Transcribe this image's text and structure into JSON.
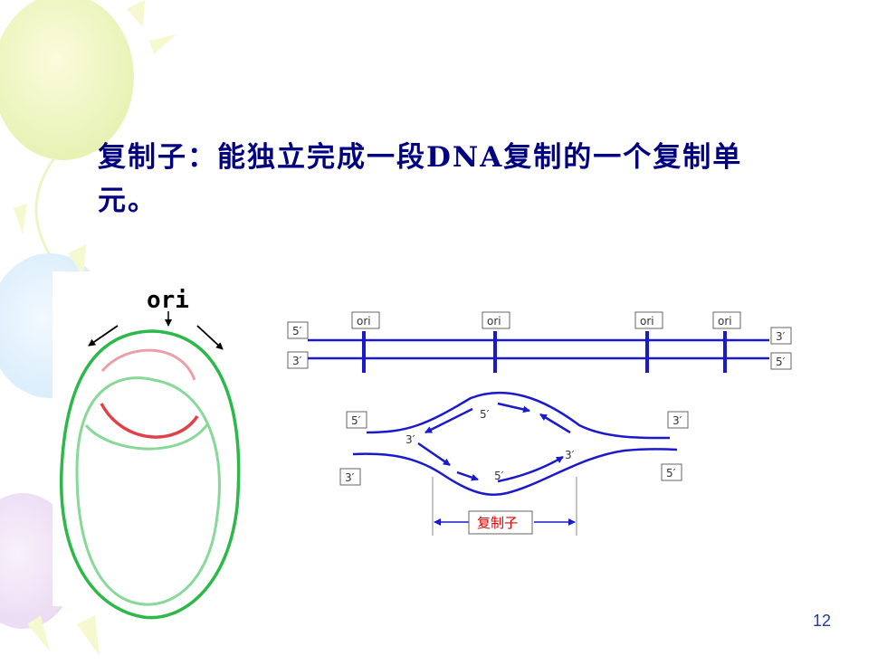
{
  "slide": {
    "title": "复制子：能独立完成一段DNA复制的一个复制单元。",
    "page_number": "12"
  },
  "circle_diagram": {
    "ori_label": "ori"
  },
  "linear_diagram": {
    "top_strand_left": "5′",
    "bottom_strand_left": "3′",
    "top_strand_right": "3′",
    "bottom_strand_right": "5′",
    "origins": [
      "ori",
      "ori",
      "ori",
      "ori"
    ]
  },
  "bubble_diagram": {
    "left_top": "5′",
    "left_bottom": "3′",
    "right_top": "3′",
    "right_bottom": "5′",
    "inner_top_5": "5′",
    "inner_left_3": "3′",
    "inner_right_3": "3′",
    "inner_bottom_5": "5′",
    "replicon_label": "复制子"
  },
  "colors": {
    "title": "#000080",
    "dna_strand": "#1a1acc",
    "circle_outer": "#2db84a",
    "circle_inner": "#88d89a",
    "new_strand": "#e0404a",
    "new_strand_light": "#eba0a8",
    "replicon_label": "#e00000"
  }
}
